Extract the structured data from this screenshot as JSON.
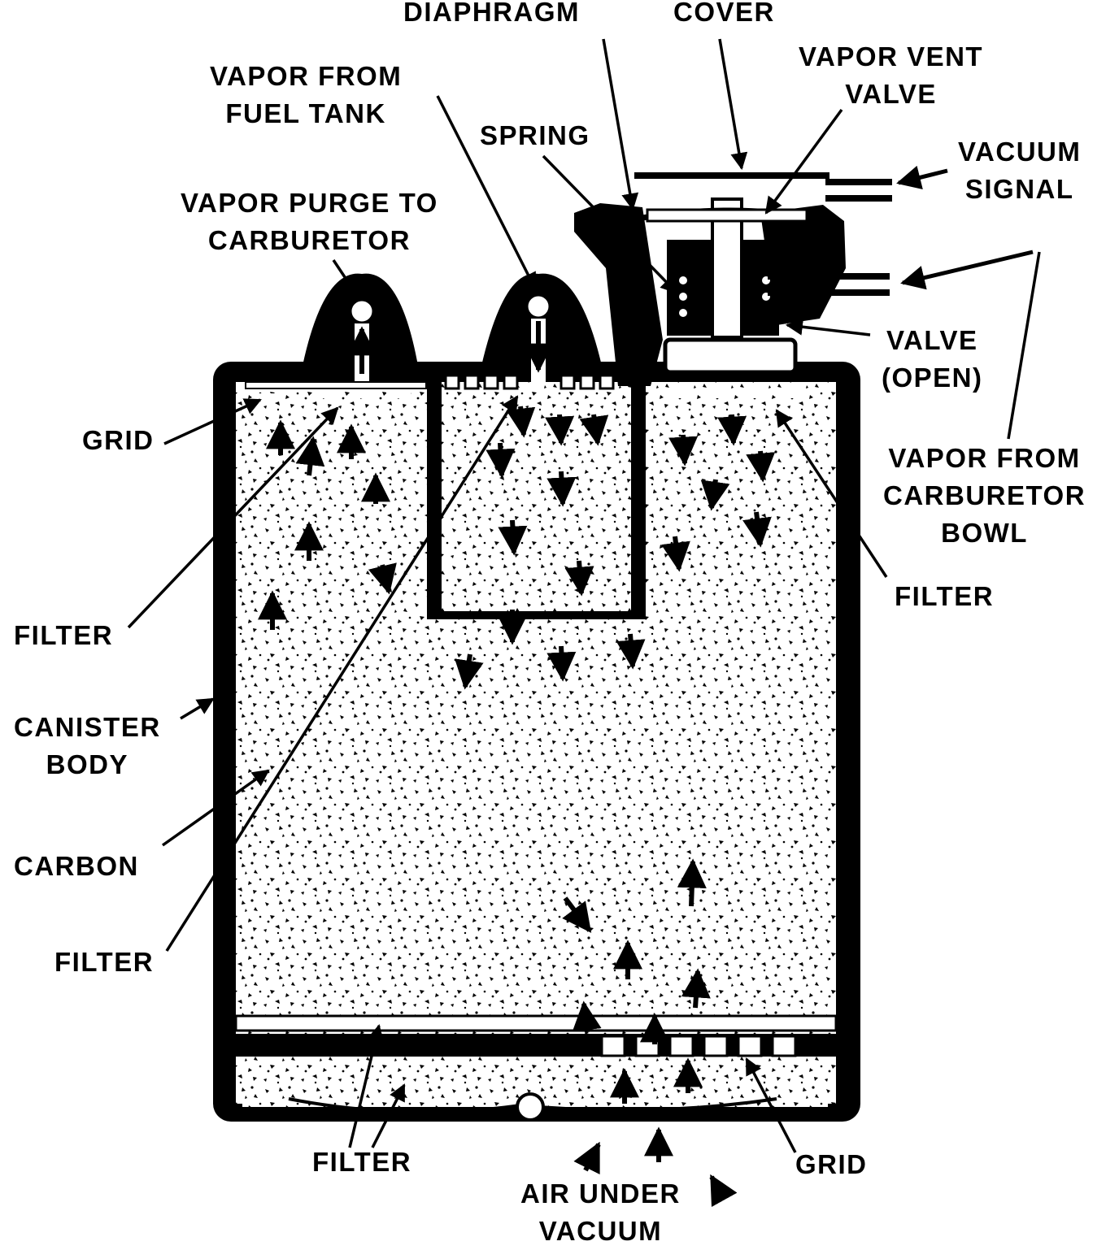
{
  "colors": {
    "ink": "#000000",
    "paper": "#ffffff"
  },
  "labels": {
    "diaphragm": "DIAPHRAGM",
    "cover": "COVER",
    "vapor_vent_valve": [
      "VAPOR VENT",
      "VALVE"
    ],
    "vapor_from_fuel_tank": [
      "VAPOR FROM",
      "FUEL TANK"
    ],
    "spring": "SPRING",
    "vacuum_signal": [
      "VACUUM",
      "SIGNAL"
    ],
    "vapor_purge": [
      "VAPOR PURGE TO",
      "CARBURETOR"
    ],
    "valve_open": [
      "VALVE",
      "(OPEN)"
    ],
    "grid_top": "GRID",
    "vapor_from_carb_bowl": [
      "VAPOR FROM",
      "CARBURETOR",
      "BOWL"
    ],
    "filter_right": "FILTER",
    "filter_left_upper": "FILTER",
    "canister_body": [
      "CANISTER",
      "BODY"
    ],
    "carbon": "CARBON",
    "filter_left_lower": "FILTER",
    "filter_bottom": "FILTER",
    "grid_bottom": "GRID",
    "air_under_vacuum": [
      "AIR UNDER",
      "VACUUM"
    ]
  }
}
